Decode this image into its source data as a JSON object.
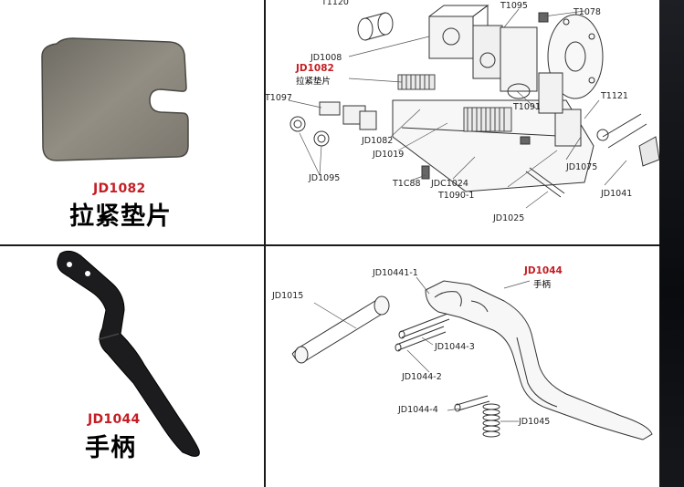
{
  "parts": [
    {
      "code": "JD1082",
      "name": "拉紧垫片"
    },
    {
      "code": "JD1044",
      "name": "手柄"
    }
  ],
  "diagram_top": {
    "callout_code": "JD1082",
    "callout_name": "拉紧垫片",
    "labels": [
      "T1120",
      "T1095",
      "T1078",
      "JD1008",
      "T1097",
      "T1091",
      "T1121",
      "JD1082",
      "JD1019",
      "JD1095",
      "T1C88",
      "JDC1024",
      "T1090-1",
      "JD1075",
      "JD1041",
      "JD1025"
    ]
  },
  "diagram_bottom": {
    "callout_code": "JD1044",
    "callout_name": "手柄",
    "labels": [
      "JD10441-1",
      "JD1015",
      "JD1044-3",
      "JD1044-2",
      "JD1044-4",
      "JD1045"
    ]
  },
  "colors": {
    "accent": "#c41e24",
    "background": "#0c0e12",
    "panel": "#ffffff"
  }
}
